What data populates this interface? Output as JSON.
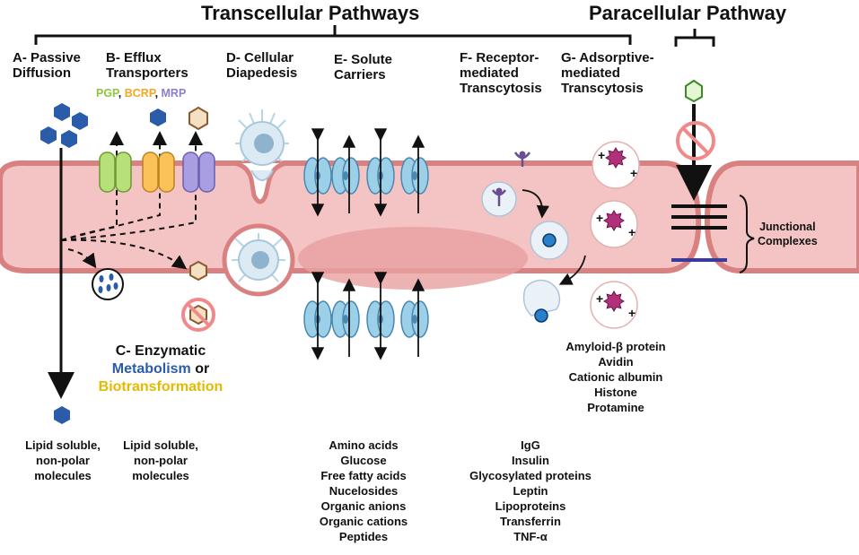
{
  "titles": {
    "transcellular": "Transcellular Pathways",
    "paracellular": "Paracellular Pathway"
  },
  "labels": {
    "passive": [
      "A- Passive",
      "Diffusion"
    ],
    "efflux": [
      "B- Efflux",
      "Transporters"
    ],
    "pgp": "PGP",
    "bcrp": "BCRP",
    "mrp": "MRP",
    "diapedesis": [
      "D- Cellular",
      "Diapedesis"
    ],
    "solute": [
      "E- Solute",
      "Carriers"
    ],
    "receptor": [
      "F- Receptor-",
      "mediated",
      "Transcytosis"
    ],
    "adsorptive": [
      "G- Adsorptive-",
      "mediated",
      "Transcytosis"
    ],
    "enzymatic": "C- Enzymatic",
    "metabolism": "Metabolism",
    "or": " or",
    "biotransformation": "Biotransformation",
    "junctional": [
      "Junctional",
      "Complexes"
    ],
    "sep": ", "
  },
  "lists": {
    "passive": [
      "Lipid soluble,",
      "non-polar",
      "molecules"
    ],
    "efflux": [
      "Lipid soluble,",
      "non-polar",
      "molecules"
    ],
    "solute": [
      "Amino acids",
      "Glucose",
      "Free fatty acids",
      "Nucelosides",
      "Organic anions",
      "Organic cations",
      "Peptides"
    ],
    "receptor": [
      "IgG",
      "Insulin",
      "Glycosylated proteins",
      "Leptin",
      "Lipoproteins",
      "Transferrin",
      "TNF-α"
    ],
    "adsorptive": [
      "Amyloid-β protein",
      "Avidin",
      "Cationic albumin",
      "Histone",
      "Protamine"
    ]
  },
  "colors": {
    "pgp": "#8dc63f",
    "bcrp": "#f5a623",
    "mrp": "#8b7fc9",
    "metabolism": "#2a5caa",
    "biotransformation": "#e6b800",
    "cell_fill": "#f4c4c4",
    "cell_border": "#d98080",
    "molecule_blue": "#2a5caa"
  },
  "icons": {
    "prohibited": "no-entry-icon",
    "plus": "+"
  }
}
